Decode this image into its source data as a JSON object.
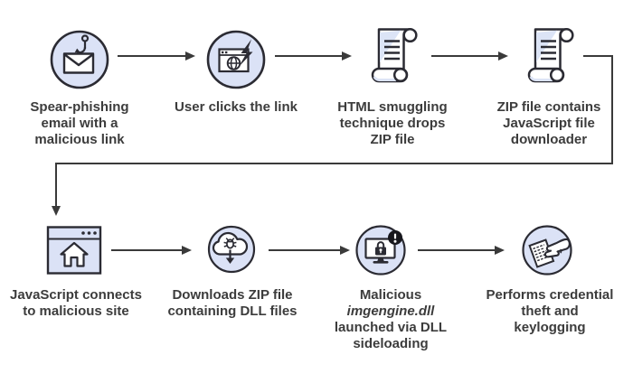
{
  "diagram": {
    "type": "attack-chain-flow",
    "colors": {
      "background": "#ffffff",
      "icon_fill": "#dbe2f6",
      "icon_stroke": "#2b2b33",
      "icon_shade": "#dce4f6",
      "text": "#3c3c3c",
      "arrow": "#3a3a3a",
      "badge": "#17171d",
      "white": "#ffffff"
    },
    "steps": [
      {
        "icon": "email-fishhook-icon",
        "lines": [
          "Spear-phishing",
          "email with a",
          "malicious link"
        ]
      },
      {
        "icon": "browser-lightning-icon",
        "lines": [
          "User clicks the link"
        ]
      },
      {
        "icon": "script-scroll-icon",
        "lines": [
          "HTML smuggling",
          "technique drops",
          "ZIP file"
        ]
      },
      {
        "icon": "script-scroll-icon",
        "lines": [
          "ZIP file contains",
          "JavaScript file",
          "downloader"
        ]
      },
      {
        "icon": "browser-home-icon",
        "lines": [
          "JavaScript connects",
          "to malicious site"
        ]
      },
      {
        "icon": "cloud-malware-download-icon",
        "lines": [
          "Downloads ZIP file",
          "containing DLL files"
        ]
      },
      {
        "icon": "monitor-lock-alert-icon",
        "lines": [
          "Malicious",
          "imgengine.dll",
          "launched via DLL",
          "sideloading"
        ],
        "italic_line_index": 1
      },
      {
        "icon": "hand-stealing-document-icon",
        "lines": [
          "Performs credential",
          "theft and",
          "keylogging"
        ]
      }
    ]
  }
}
